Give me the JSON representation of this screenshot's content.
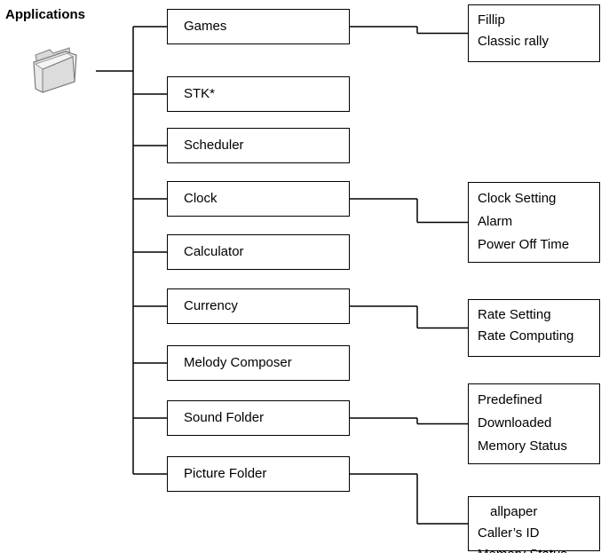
{
  "diagram": {
    "title": "Applications",
    "root_icon": "folder-icon",
    "menu_items": [
      {
        "label": "Games",
        "submenu": [
          "Fillip",
          "Classic rally"
        ]
      },
      {
        "label": "STK*",
        "submenu": []
      },
      {
        "label": "Scheduler",
        "submenu": []
      },
      {
        "label": "Clock",
        "submenu": [
          "Clock Setting",
          "Alarm",
          "Power Off Time"
        ]
      },
      {
        "label": "Calculator",
        "submenu": []
      },
      {
        "label": "Currency",
        "submenu": [
          "Rate Setting",
          "Rate Computing"
        ]
      },
      {
        "label": "Melody Composer",
        "submenu": []
      },
      {
        "label": "Sound Folder",
        "submenu": [
          "Predefined",
          "Downloaded",
          "Memory Status"
        ]
      },
      {
        "label": "Picture Folder",
        "submenu": [
          "allpaper",
          "Caller’s ID",
          "Memory Status"
        ]
      }
    ]
  }
}
